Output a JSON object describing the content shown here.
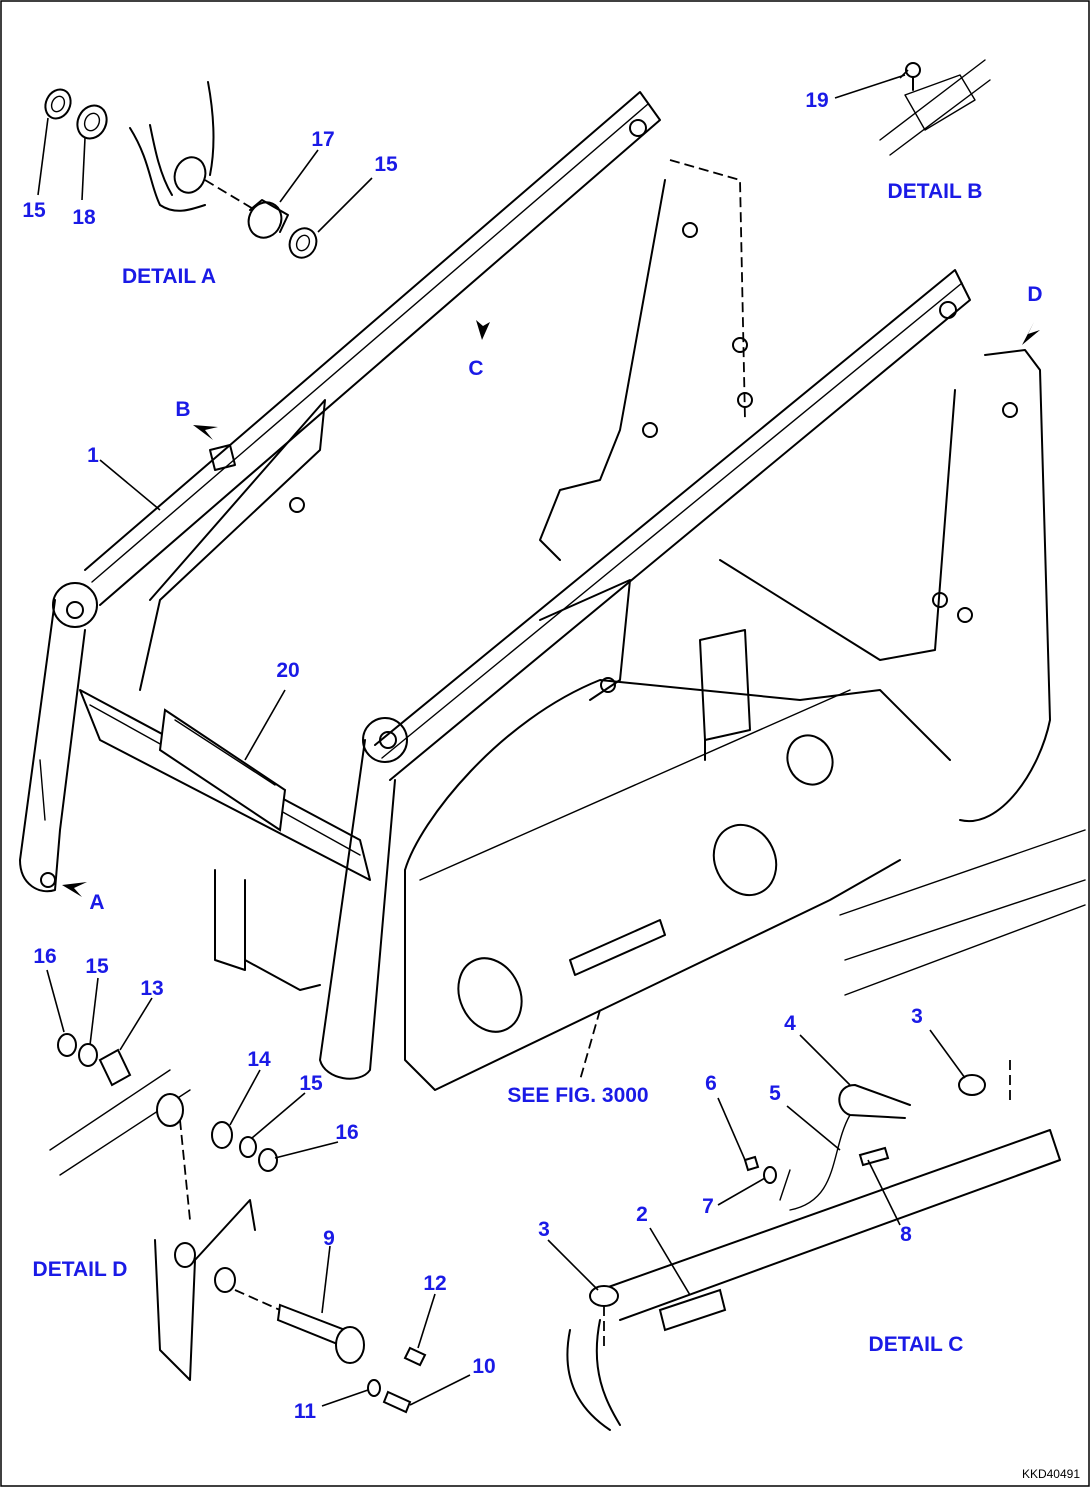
{
  "drawing": {
    "code": "KKD40491",
    "details": {
      "a": "DETAIL A",
      "b": "DETAIL B",
      "c": "DETAIL C",
      "d": "DETAIL D"
    },
    "see_fig": "SEE FIG. 3000",
    "arrows": {
      "a": "A",
      "b": "B",
      "c": "C",
      "d": "D"
    },
    "callouts": {
      "n1": "1",
      "n2": "2",
      "n3a": "3",
      "n3b": "3",
      "n4": "4",
      "n5": "5",
      "n6": "6",
      "n7": "7",
      "n8": "8",
      "n9": "9",
      "n10": "10",
      "n11": "11",
      "n12": "12",
      "n13": "13",
      "n14": "14",
      "n15a": "15",
      "n15b": "15",
      "n15c": "15",
      "n15d": "15",
      "n16a": "16",
      "n16b": "16",
      "n17": "17",
      "n18": "18",
      "n19": "19",
      "n20": "20"
    }
  }
}
